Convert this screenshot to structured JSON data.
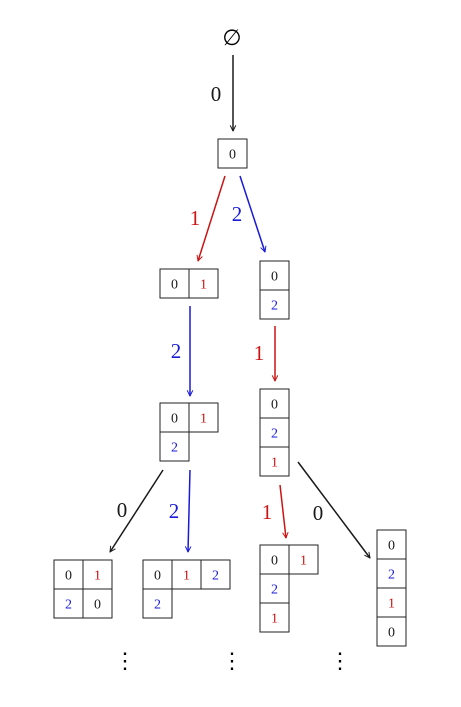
{
  "colors": {
    "black": "#1a1a1a",
    "red": "#cc1414",
    "blue": "#1a1ad9"
  },
  "root": {
    "label": "∅"
  },
  "nodes": [
    {
      "id": "n0",
      "rows": [
        [
          {
            "v": "0",
            "c": "black"
          }
        ]
      ]
    },
    {
      "id": "n1",
      "rows": [
        [
          {
            "v": "0",
            "c": "black"
          },
          {
            "v": "1",
            "c": "red"
          }
        ]
      ]
    },
    {
      "id": "n2",
      "rows": [
        [
          {
            "v": "0",
            "c": "black"
          }
        ],
        [
          {
            "v": "2",
            "c": "blue"
          }
        ]
      ]
    },
    {
      "id": "n3",
      "rows": [
        [
          {
            "v": "0",
            "c": "black"
          },
          {
            "v": "1",
            "c": "red"
          }
        ],
        [
          {
            "v": "2",
            "c": "blue"
          }
        ]
      ]
    },
    {
      "id": "n4",
      "rows": [
        [
          {
            "v": "0",
            "c": "black"
          }
        ],
        [
          {
            "v": "2",
            "c": "blue"
          }
        ],
        [
          {
            "v": "1",
            "c": "red"
          }
        ]
      ]
    },
    {
      "id": "n5",
      "rows": [
        [
          {
            "v": "0",
            "c": "black"
          },
          {
            "v": "1",
            "c": "red"
          }
        ],
        [
          {
            "v": "2",
            "c": "blue"
          },
          {
            "v": "0",
            "c": "black"
          }
        ]
      ]
    },
    {
      "id": "n6",
      "rows": [
        [
          {
            "v": "0",
            "c": "black"
          },
          {
            "v": "1",
            "c": "red"
          },
          {
            "v": "2",
            "c": "blue"
          }
        ],
        [
          {
            "v": "2",
            "c": "blue"
          }
        ]
      ]
    },
    {
      "id": "n7",
      "rows": [
        [
          {
            "v": "0",
            "c": "black"
          },
          {
            "v": "1",
            "c": "red"
          }
        ],
        [
          {
            "v": "2",
            "c": "blue"
          }
        ],
        [
          {
            "v": "1",
            "c": "red"
          }
        ]
      ]
    },
    {
      "id": "n8",
      "rows": [
        [
          {
            "v": "0",
            "c": "black"
          }
        ],
        [
          {
            "v": "2",
            "c": "blue"
          }
        ],
        [
          {
            "v": "1",
            "c": "red"
          }
        ],
        [
          {
            "v": "0",
            "c": "black"
          }
        ]
      ]
    }
  ],
  "edges": [
    {
      "id": "e-root-n0",
      "label": "0",
      "color": "black"
    },
    {
      "id": "e-n0-n1",
      "label": "1",
      "color": "red"
    },
    {
      "id": "e-n0-n2",
      "label": "2",
      "color": "blue"
    },
    {
      "id": "e-n1-n3",
      "label": "2",
      "color": "blue"
    },
    {
      "id": "e-n2-n4",
      "label": "1",
      "color": "red"
    },
    {
      "id": "e-n3-n5",
      "label": "0",
      "color": "black"
    },
    {
      "id": "e-n3-n6",
      "label": "2",
      "color": "blue"
    },
    {
      "id": "e-n4-n7",
      "label": "1",
      "color": "red"
    },
    {
      "id": "e-n4-n8",
      "label": "0",
      "color": "black"
    }
  ],
  "continuation": {
    "symbol": "⋮"
  }
}
